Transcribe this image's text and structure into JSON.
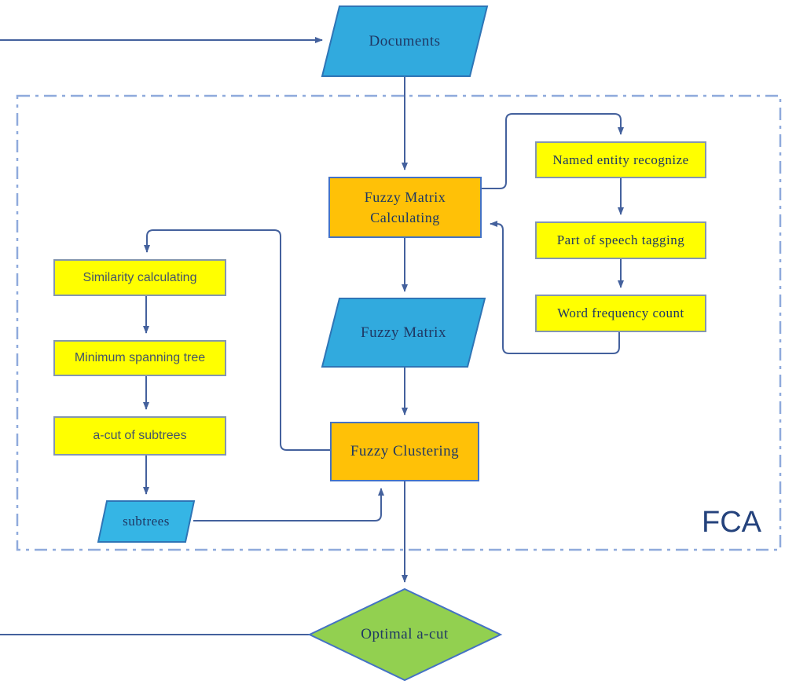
{
  "diagram": {
    "region_label": "FCA",
    "nodes": {
      "documents": {
        "label": "Documents",
        "shape": "parallelogram",
        "fill": "#31AADE"
      },
      "fuzzy_matrix_calculating": {
        "label": "Fuzzy Matrix\nCalculating",
        "shape": "process",
        "fill": "#FFC107"
      },
      "named_entity_recognize": {
        "label": "Named entity recognize",
        "shape": "process",
        "fill": "#FFFF00"
      },
      "part_of_speech_tagging": {
        "label": "Part of speech tagging",
        "shape": "process",
        "fill": "#FFFF00"
      },
      "word_frequency_count": {
        "label": "Word frequency count",
        "shape": "process",
        "fill": "#FFFF00"
      },
      "similarity_calculating": {
        "label": "Similarity calculating",
        "shape": "process",
        "fill": "#FFFF00"
      },
      "minimum_spanning_tree": {
        "label": "Minimum spanning tree",
        "shape": "process",
        "fill": "#FFFF00"
      },
      "a_cut_of_subtrees": {
        "label": "a-cut of subtrees",
        "shape": "process",
        "fill": "#FFFF00"
      },
      "subtrees": {
        "label": "subtrees",
        "shape": "parallelogram",
        "fill": "#31AADE"
      },
      "fuzzy_matrix": {
        "label": "Fuzzy Matrix",
        "shape": "parallelogram",
        "fill": "#31AADE"
      },
      "fuzzy_clustering": {
        "label": "Fuzzy Clustering",
        "shape": "process",
        "fill": "#FFC107"
      },
      "optimal_a_cut": {
        "label": "Optimal a-cut",
        "shape": "decision",
        "fill": "#92D050"
      }
    },
    "edges": [
      {
        "from": "external-left-top",
        "to": "documents"
      },
      {
        "from": "documents",
        "to": "fuzzy_matrix_calculating"
      },
      {
        "from": "fuzzy_matrix_calculating",
        "to": "named_entity_recognize"
      },
      {
        "from": "named_entity_recognize",
        "to": "part_of_speech_tagging"
      },
      {
        "from": "part_of_speech_tagging",
        "to": "word_frequency_count"
      },
      {
        "from": "word_frequency_count",
        "to": "fuzzy_matrix_calculating"
      },
      {
        "from": "fuzzy_matrix_calculating",
        "to": "fuzzy_matrix"
      },
      {
        "from": "fuzzy_matrix",
        "to": "fuzzy_clustering"
      },
      {
        "from": "fuzzy_clustering",
        "to": "similarity_calculating"
      },
      {
        "from": "similarity_calculating",
        "to": "minimum_spanning_tree"
      },
      {
        "from": "minimum_spanning_tree",
        "to": "a_cut_of_subtrees"
      },
      {
        "from": "a_cut_of_subtrees",
        "to": "subtrees"
      },
      {
        "from": "subtrees",
        "to": "fuzzy_clustering"
      },
      {
        "from": "fuzzy_clustering",
        "to": "optimal_a_cut"
      },
      {
        "from": "optimal_a_cut",
        "to": "external-left-bottom"
      }
    ],
    "colors": {
      "process_orange": "#FFC107",
      "step_yellow": "#FFFF00",
      "data_blue": "#31AADE",
      "decision_green": "#92D050",
      "connector": "#44619D",
      "dashed_border": "#8FAADC",
      "text_navy": "#1F3864",
      "text_gray_blue": "#44546A"
    }
  }
}
